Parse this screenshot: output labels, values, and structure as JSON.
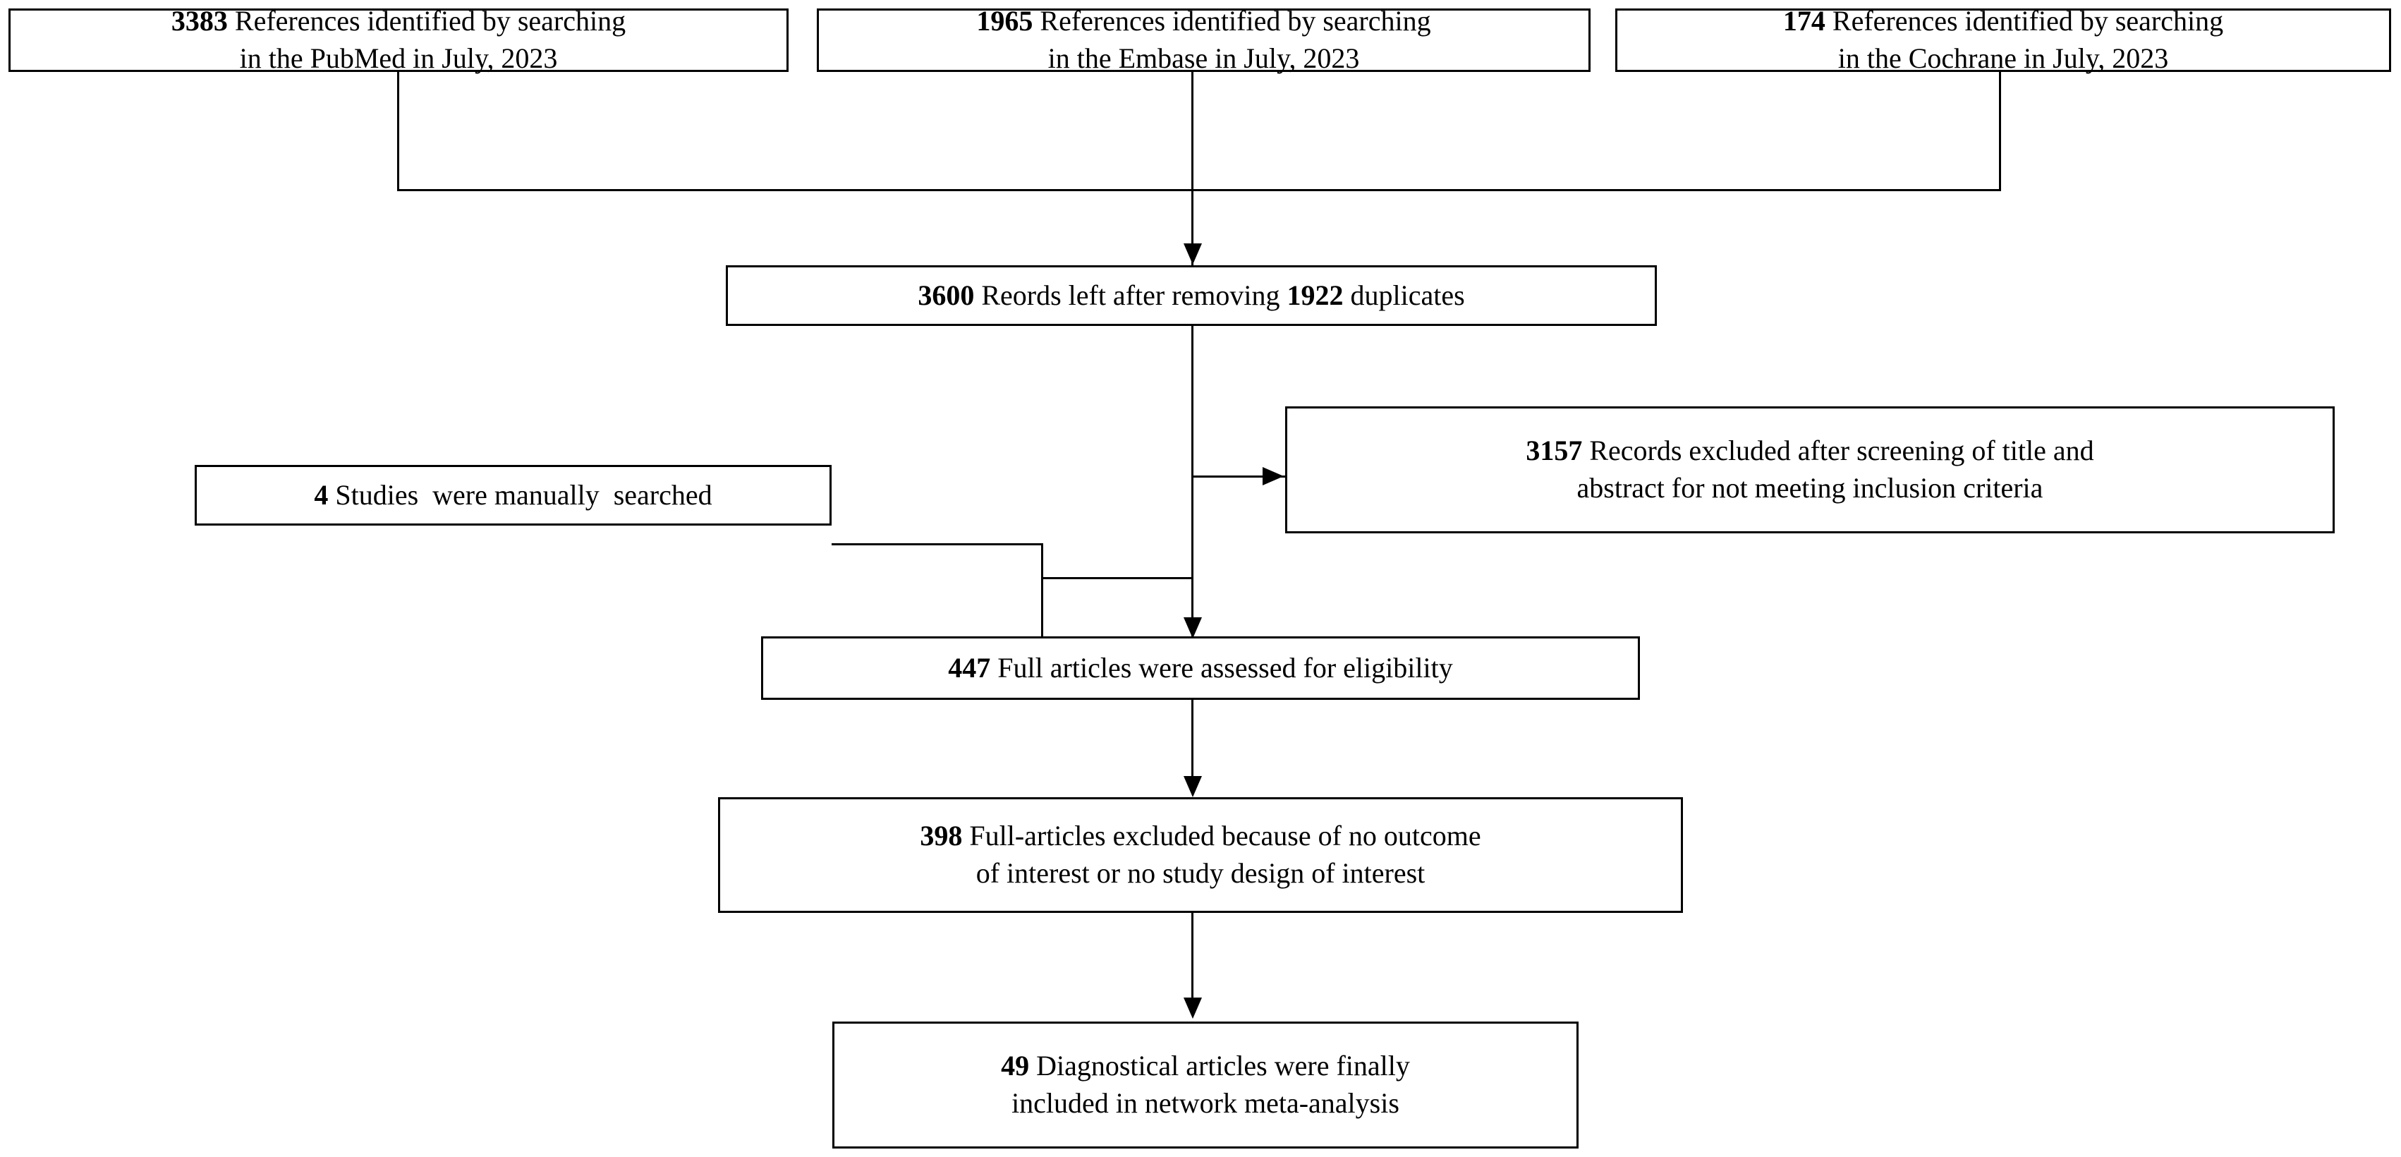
{
  "diagram": {
    "type": "prisma-flow-diagram",
    "title": "PRISMA study selection flow diagram",
    "line_color": "#000000",
    "background_color": "#ffffff",
    "text_color": "#000000"
  },
  "nodes": {
    "pubmed": {
      "count": "3383",
      "line1": "References identified by searching",
      "line2": "in the PubMed in July, 2023"
    },
    "embase": {
      "count": "1965",
      "line1": "References identified by searching",
      "line2": "in the Embase in July, 2023"
    },
    "cochrane": {
      "count": "174",
      "line1": "References identified by searching",
      "line2": "in the Cochrane in July, 2023"
    },
    "deduplicated": {
      "count": "3600",
      "text_before": "Reords left after removing",
      "duplicates": "1922",
      "text_after": "duplicates"
    },
    "manual_search": {
      "count": "4",
      "text": "Studies  were manually  searched"
    },
    "screened_excluded": {
      "count": "3157",
      "line1": "Records excluded after screening of title   and",
      "line2": "abstract for not meeting inclusion criteria"
    },
    "full_text_assessed": {
      "count": "447",
      "text": "Full articles were assessed for eligibility"
    },
    "full_text_excluded": {
      "count": "398",
      "line1": "Full-articles excluded because of no outcome",
      "line2": "of interest or no study design of interest"
    },
    "included": {
      "count": "49",
      "line1": "Diagnostical articles were finally",
      "line2": "included in network meta-analysis"
    }
  }
}
